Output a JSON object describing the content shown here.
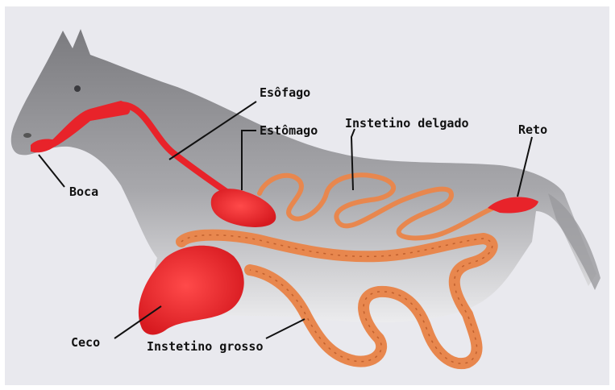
{
  "labels": {
    "esofago": "Esôfago",
    "estomago": "Estômago",
    "delgado": "Instetino delgado",
    "reto": "Reto",
    "boca": "Boca",
    "ceco": "Ceco",
    "grosso": "Instetino grosso"
  },
  "colors": {
    "organ_red": "#e8232a",
    "intestine_orange": "#e8874e",
    "horse_gray": "#8d8d90",
    "background": "#e9e9ee"
  }
}
